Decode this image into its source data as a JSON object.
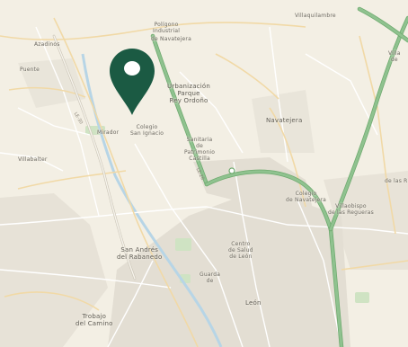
{
  "map": {
    "colors": {
      "background": "#f3efe4",
      "urban": "#e3ded3",
      "road_minor": "#ffffff",
      "road_secondary": "#f1d9a6",
      "highway": "#8fc28f",
      "highway_casing": "#6da96d",
      "river": "#b7d5e6",
      "park": "#cfe3c3",
      "pin": "#1b5a43",
      "pin_hole": "#ffffff"
    },
    "icons": {
      "marker": "map-marker-icon"
    },
    "labels": {
      "azadinos": "Azadinos",
      "poligono": "Polígono\nIndustrial",
      "navatejera_industrial": "de Navatejera",
      "villaquilambre": "Villaquilambre",
      "villa_right": "Villa\nde",
      "urbanizacion": "Urbanización\nParque\nRey Ordoño",
      "navatejera": "Navatejera",
      "villabalter": "Villabalter",
      "colegio": "Colegio\nSan Ignacio",
      "sanitaria": "Sanitaria\nde\nPatrimonio\nCastilla",
      "villaobispo": "Villaobispo\nde las Regueras",
      "villa_far_right": "de las R",
      "colegio_2": "Colegio\nde Navatejera",
      "centro": "Centro\nde Salud\nde León",
      "san_andres": "San Andrés\ndel Rabanedo",
      "trobajo": "Trobajo\ndel Camino",
      "leon": "León",
      "mirador": "Mirador",
      "puente": "Puente",
      "guarda": "Guarda\nde"
    },
    "road_labels": {
      "la_gi": "LE-30",
      "le_20": "LE-20"
    }
  }
}
